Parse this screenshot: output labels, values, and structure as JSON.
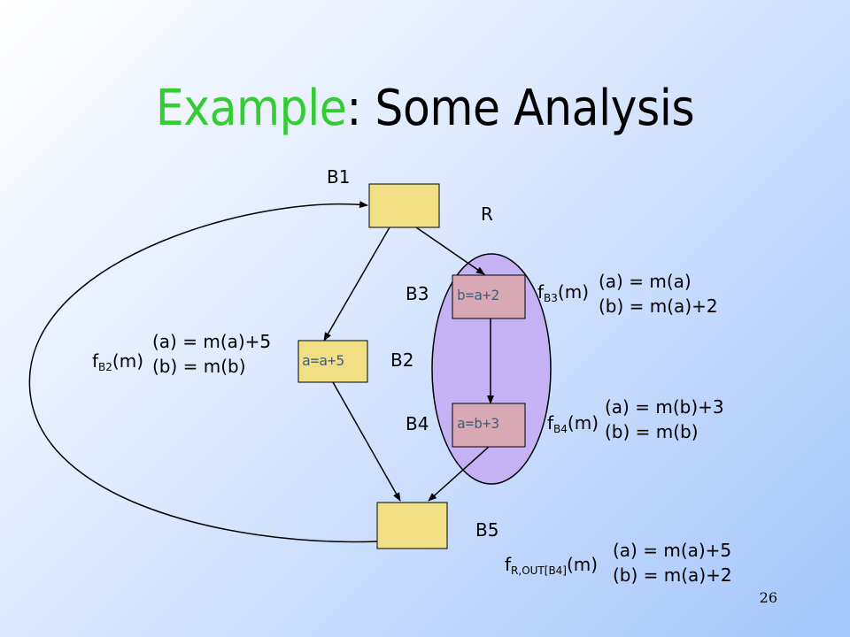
{
  "title": {
    "accent": "Example",
    "rest": ": Some Analysis"
  },
  "colors": {
    "accent": "#33cc33",
    "block_fill": "#f1df85",
    "block_code_fill": "#d8a8b4",
    "region_fill": "#c4b2f5",
    "code_text": "#3f5f7f"
  },
  "blocks": {
    "b1": {
      "label": "B1"
    },
    "b2": {
      "label": "B2",
      "code": "a=a+5"
    },
    "b3": {
      "label": "B3",
      "code": "b=a+2"
    },
    "b4": {
      "label": "B4",
      "code": "a=b+3"
    },
    "b5": {
      "label": "B5"
    }
  },
  "region": {
    "label": "R"
  },
  "functions": {
    "fb2": {
      "f": "f",
      "sub": "B2",
      "arg": "(m)",
      "line1": "(a) = m(a)+5",
      "line2": "(b) = m(b)"
    },
    "fb3": {
      "f": "f",
      "sub": "B3",
      "arg": "(m)",
      "line1": "(a) = m(a)",
      "line2": "(b) = m(a)+2"
    },
    "fb4": {
      "f": "f",
      "sub": "B4",
      "arg": "(m)",
      "line1": "(a) = m(b)+3",
      "line2": "(b) = m(b)"
    },
    "fr": {
      "f": "f",
      "sub": "R,OUT[B4]",
      "arg": "(m)",
      "line1": "(a) = m(a)+5",
      "line2": "(b) = m(a)+2"
    }
  },
  "page_number": "26"
}
